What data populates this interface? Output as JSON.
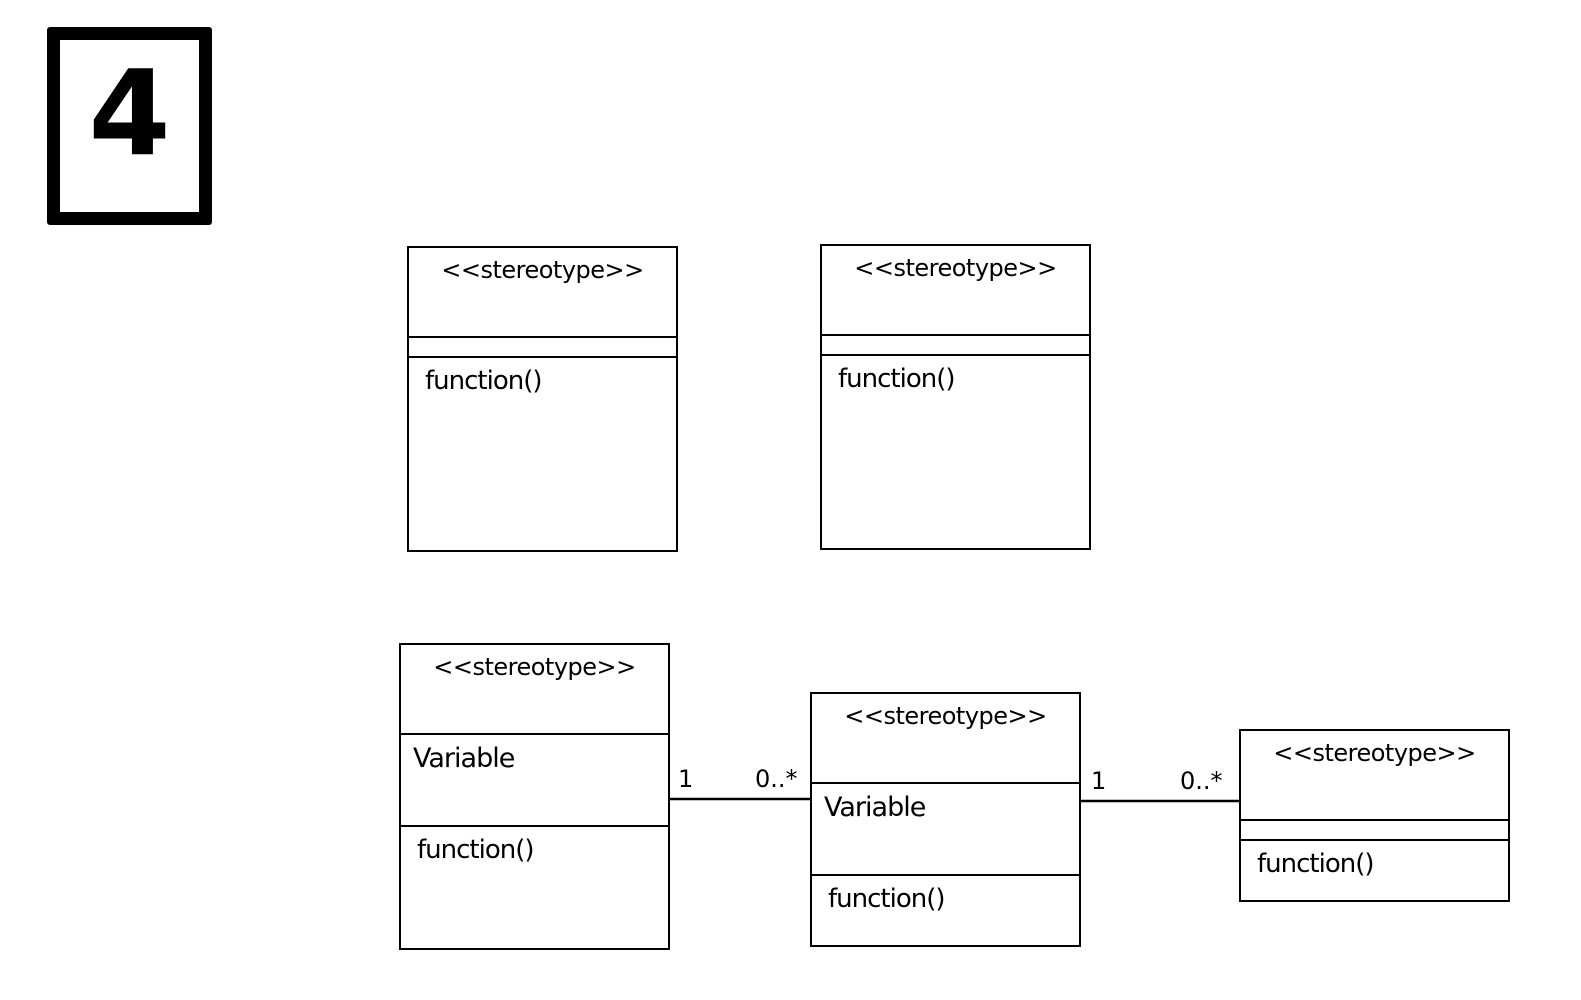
{
  "page_badge": {
    "number": "4"
  },
  "classes": [
    {
      "stereotype": "<<stereotype>>",
      "attributes": "",
      "operations": "function()"
    },
    {
      "stereotype": "<<stereotype>>",
      "attributes": "",
      "operations": "function()"
    },
    {
      "stereotype": "<<stereotype>>",
      "attributes": "Variable",
      "operations": "function()"
    },
    {
      "stereotype": "<<stereotype>>",
      "attributes": "Variable",
      "operations": "function()"
    },
    {
      "stereotype": "<<stereotype>>",
      "attributes": "",
      "operations": "function()"
    }
  ],
  "associations": [
    {
      "from": "class-3",
      "to": "class-4",
      "from_multiplicity": "1",
      "to_multiplicity": "0..*"
    },
    {
      "from": "class-4",
      "to": "class-5",
      "from_multiplicity": "1",
      "to_multiplicity": "0..*"
    }
  ]
}
